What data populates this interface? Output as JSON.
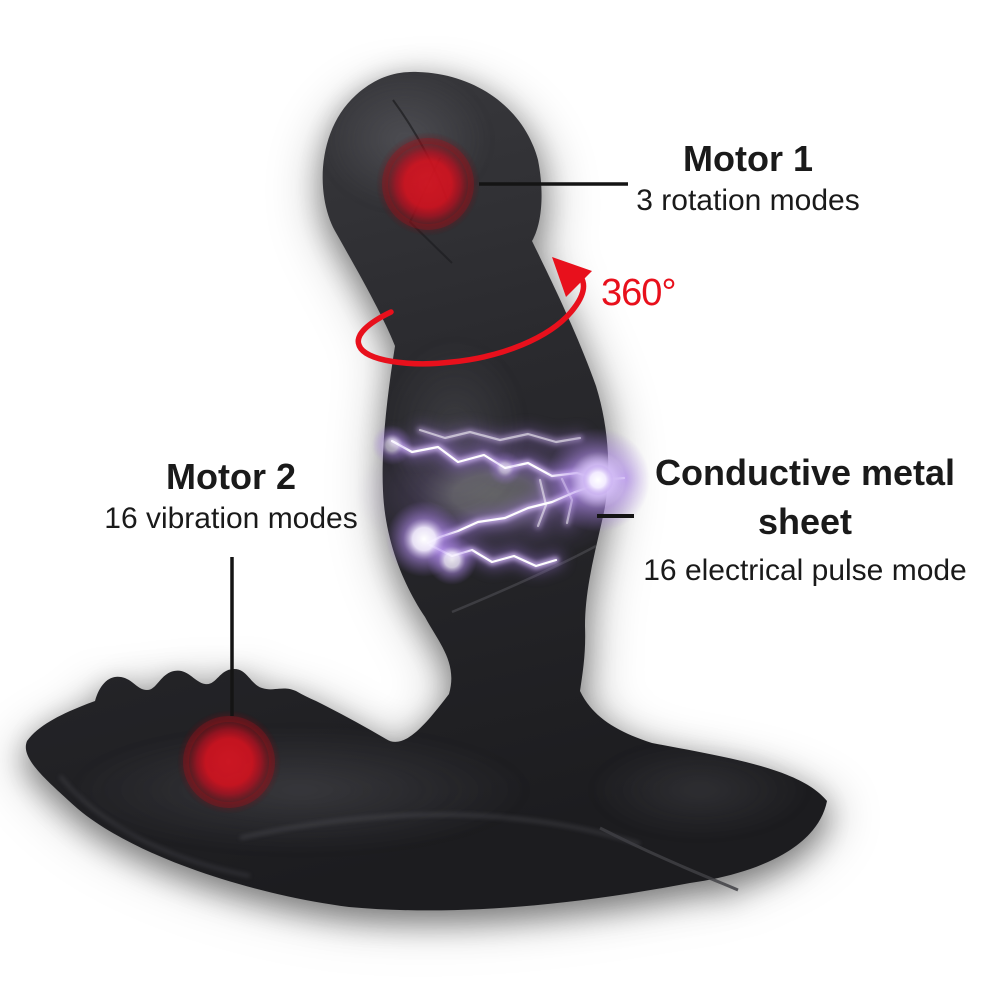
{
  "image_type": "annotated product feature diagram",
  "callouts": {
    "motor1": {
      "title": "Motor 1",
      "subtitle": "3 rotation modes"
    },
    "motor2": {
      "title": "Motor 2",
      "subtitle": "16 vibration modes"
    },
    "conductive": {
      "title": "Conductive metal sheet",
      "subtitle": "16 electrical pulse mode"
    },
    "rotation": {
      "label": "360°"
    }
  },
  "icons": {
    "rotation_arrow_icon": "curved-ellipse-arrow-counterclockwise",
    "motor1_indicator_icon": "red-glow-dot",
    "motor2_indicator_icon": "red-glow-dot",
    "lightning_icon": "purple-electric-bolts"
  },
  "colors": {
    "background": "#ffffff",
    "text": "#1a1a1a",
    "accent_red": "#e8101c",
    "motor_dot_red": "#d81623",
    "body_black": "#232327",
    "lightning_purple": "#9a74d8"
  }
}
